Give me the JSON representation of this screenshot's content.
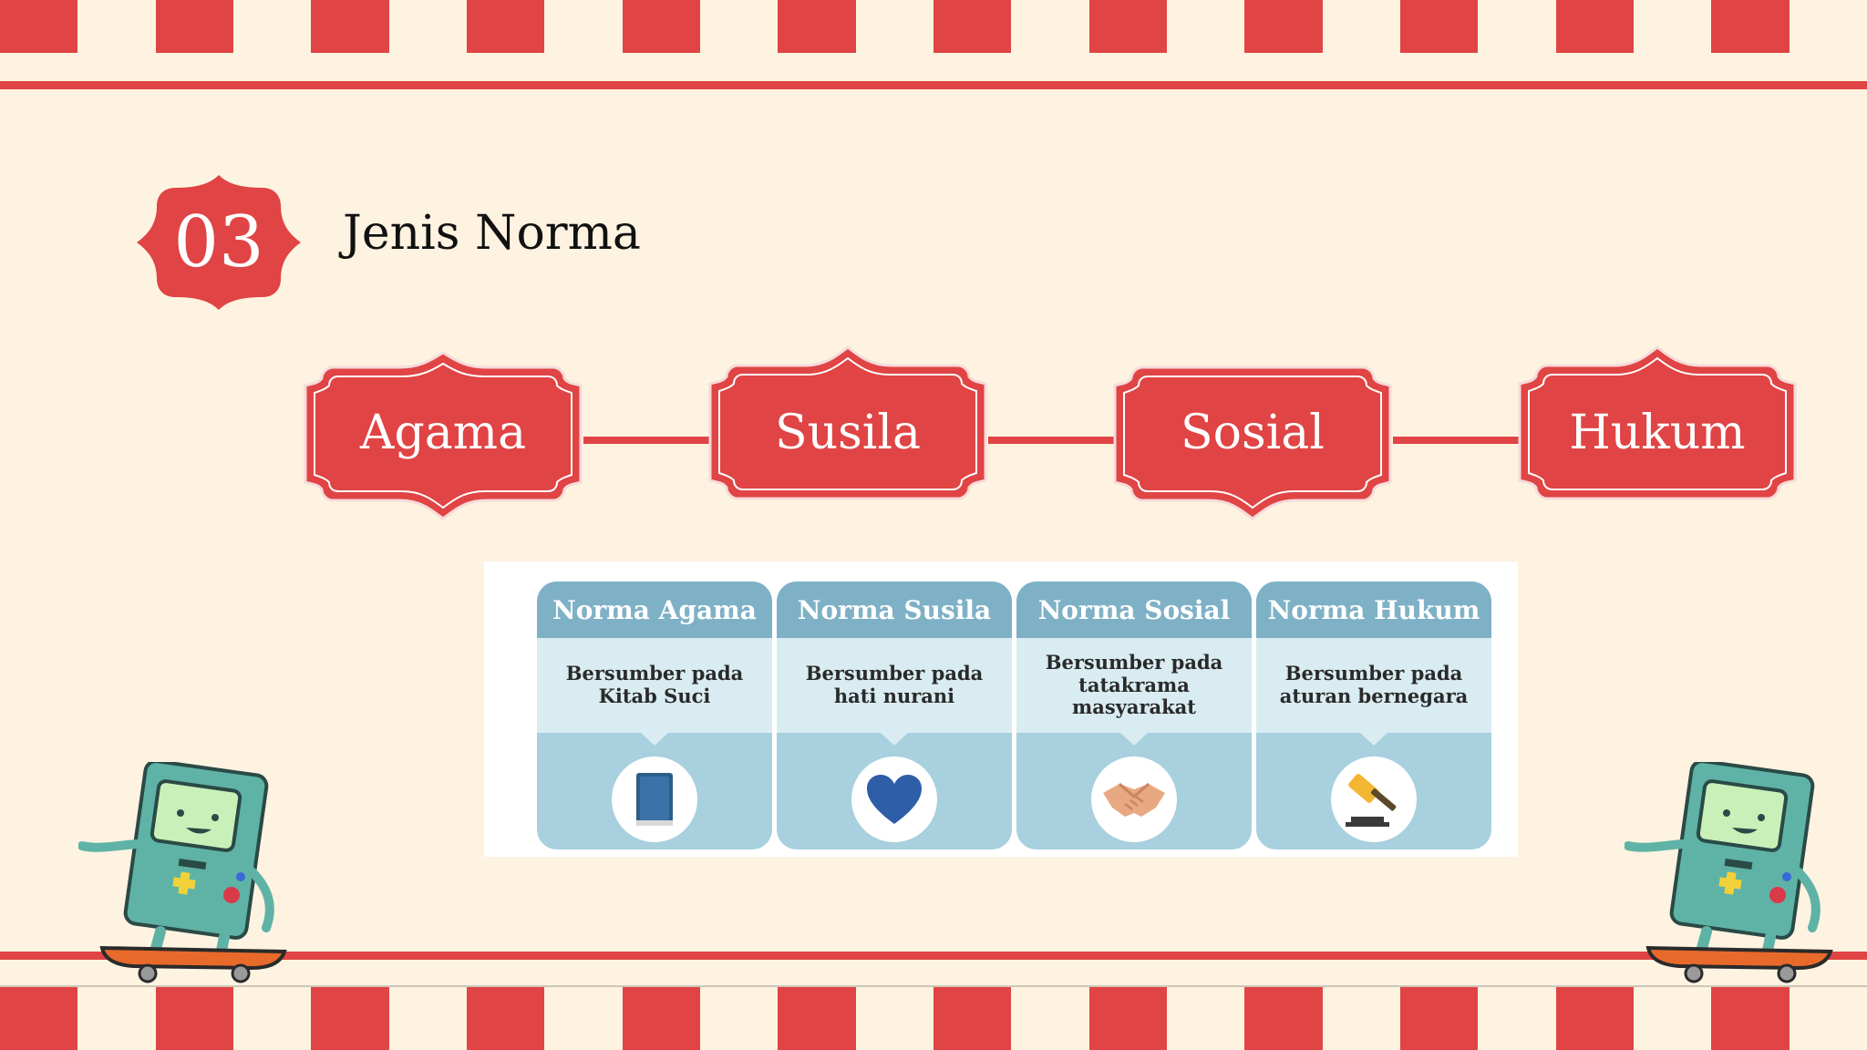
{
  "slide": {
    "number": "03",
    "title": "Jenis Norma"
  },
  "frames": [
    {
      "label": "Agama"
    },
    {
      "label": "Susila"
    },
    {
      "label": "Sosial"
    },
    {
      "label": "Hukum"
    }
  ],
  "infographic": {
    "cards": [
      {
        "title": "Norma Agama",
        "text": "Bersumber pada Kitab Suci",
        "icon": "book-icon"
      },
      {
        "title": "Norma Susila",
        "text": "Bersumber pada hati nurani",
        "icon": "heart-icon"
      },
      {
        "title": "Norma Sosial",
        "text": "Bersumber pada tatakrama masyarakat",
        "icon": "handshake-icon"
      },
      {
        "title": "Norma Hukum",
        "text": "Bersumber pada aturan bernegara",
        "icon": "gavel-icon"
      }
    ]
  },
  "colors": {
    "accent": "#e04444",
    "background": "#fdf3e0",
    "card_header": "#7fb1c6",
    "card_body": "#d9ecf2"
  }
}
